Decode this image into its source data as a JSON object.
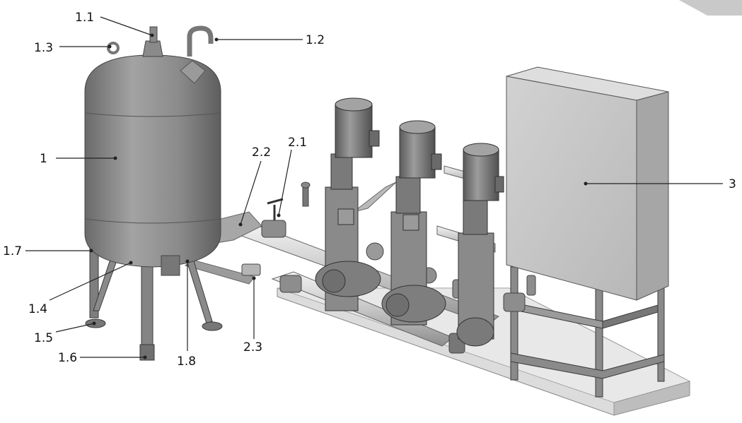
{
  "colors": {
    "tank": "#8c8c8c",
    "tank_dark": "#6e6e6e",
    "tank_light": "#a7a7a7",
    "metal": "#9a9a9a",
    "pipe": "#cfcfcf",
    "motor": "#7d7d7d",
    "cabinet_front": "#c9c9c9",
    "cabinet_side": "#a9a9a9",
    "base_plate": "#d9d9d9",
    "line": "#222222"
  },
  "callouts": {
    "c1": "1",
    "c1_1": "1.1",
    "c1_2": "1.2",
    "c1_3": "1.3",
    "c1_4": "1.4",
    "c1_5": "1.5",
    "c1_6": "1.6",
    "c1_7": "1.7",
    "c1_8": "1.8",
    "c2_1": "2.1",
    "c2_2": "2.2",
    "c2_3": "2.3",
    "c3": "3"
  }
}
